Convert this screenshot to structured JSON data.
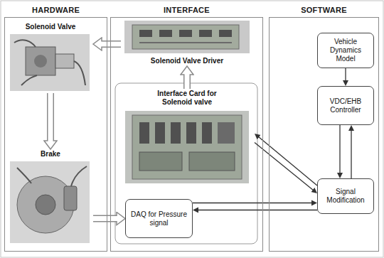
{
  "diagram": {
    "nodes": [
      {
        "text": [
          "HARDWARE"
        ]
      },
      {
        "text": [
          "Solenoid Valve"
        ],
        "in": 0
      },
      {
        "text": [
          "Brake"
        ],
        "in": 0
      },
      {
        "text": [
          "INTERFACE"
        ]
      },
      {
        "text": [
          "Solenoid Valve Driver"
        ],
        "in": 3
      },
      {
        "text": [
          "Interface Card for Solenoid valve"
        ],
        "in": 3
      },
      {
        "text": [
          "DAQ for Pressure signal"
        ],
        "in": 3
      },
      {
        "text": [
          "SOFTWARE"
        ]
      },
      {
        "text": [
          "Vehicle Dynamics Model"
        ],
        "in": 7
      },
      {
        "text": [
          "VDC/EHB Controller"
        ],
        "in": 7
      },
      {
        "text": [
          "Signal Modification"
        ],
        "in": 7
      }
    ],
    "edges": [
      {
        "from": 4,
        "to": 1,
        "arrow": "to"
      },
      {
        "from": 1,
        "to": 2,
        "arrow": "to"
      },
      {
        "from": 2,
        "to": 6,
        "arrow": "to"
      },
      {
        "from": 5,
        "to": 4,
        "arrow": "to"
      },
      {
        "from": 8,
        "to": 9,
        "arrow": "to"
      },
      {
        "from": 9,
        "to": 10,
        "arrow": "to"
      },
      {
        "from": 10,
        "to": 9,
        "arrow": "to"
      },
      {
        "from": 10,
        "to": 5,
        "arrow": "to"
      },
      {
        "from": 5,
        "to": 10,
        "arrow": "to"
      },
      {
        "from": 6,
        "to": 10,
        "arrow": "to"
      },
      {
        "from": 10,
        "to": 6,
        "arrow": "to"
      }
    ]
  }
}
